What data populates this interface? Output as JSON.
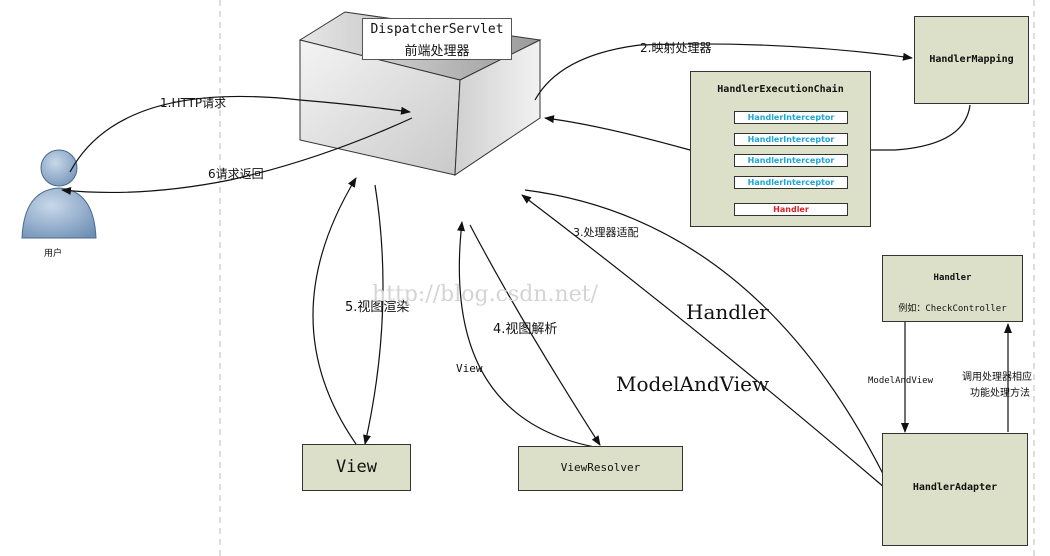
{
  "dispatcher": {
    "line1": "DispatcherServlet",
    "line2": "前端处理器"
  },
  "user": {
    "label": "用户"
  },
  "handler_mapping": {
    "label": "HandlerMapping"
  },
  "execution_chain": {
    "title": "HandlerExecutionChain",
    "interceptors": [
      "HandlerInterceptor",
      "HandlerInterceptor",
      "HandlerInterceptor",
      "HandlerInterceptor"
    ],
    "handler": "Handler"
  },
  "handler_box": {
    "title": "Handler",
    "example": "例如：CheckController"
  },
  "handler_adapter": {
    "label": "HandlerAdapter"
  },
  "view_box": {
    "label": "View"
  },
  "view_resolver": {
    "label": "ViewResolver"
  },
  "edges": {
    "step1": "1.HTTP请求",
    "step6": "6请求返回",
    "step2": "2.映射处理器",
    "step3": "3.处理器适配",
    "step4": "4.视图解析",
    "step5": "5.视图渲染",
    "view_small": "View",
    "handler_big": "Handler",
    "model_and_view_big": "ModelAndView",
    "model_and_view_small": "ModelAndView",
    "call_handler_line1": "调用处理器相应",
    "call_handler_line2": "功能处理方法"
  },
  "watermark": "http://blog.csdn.net/"
}
